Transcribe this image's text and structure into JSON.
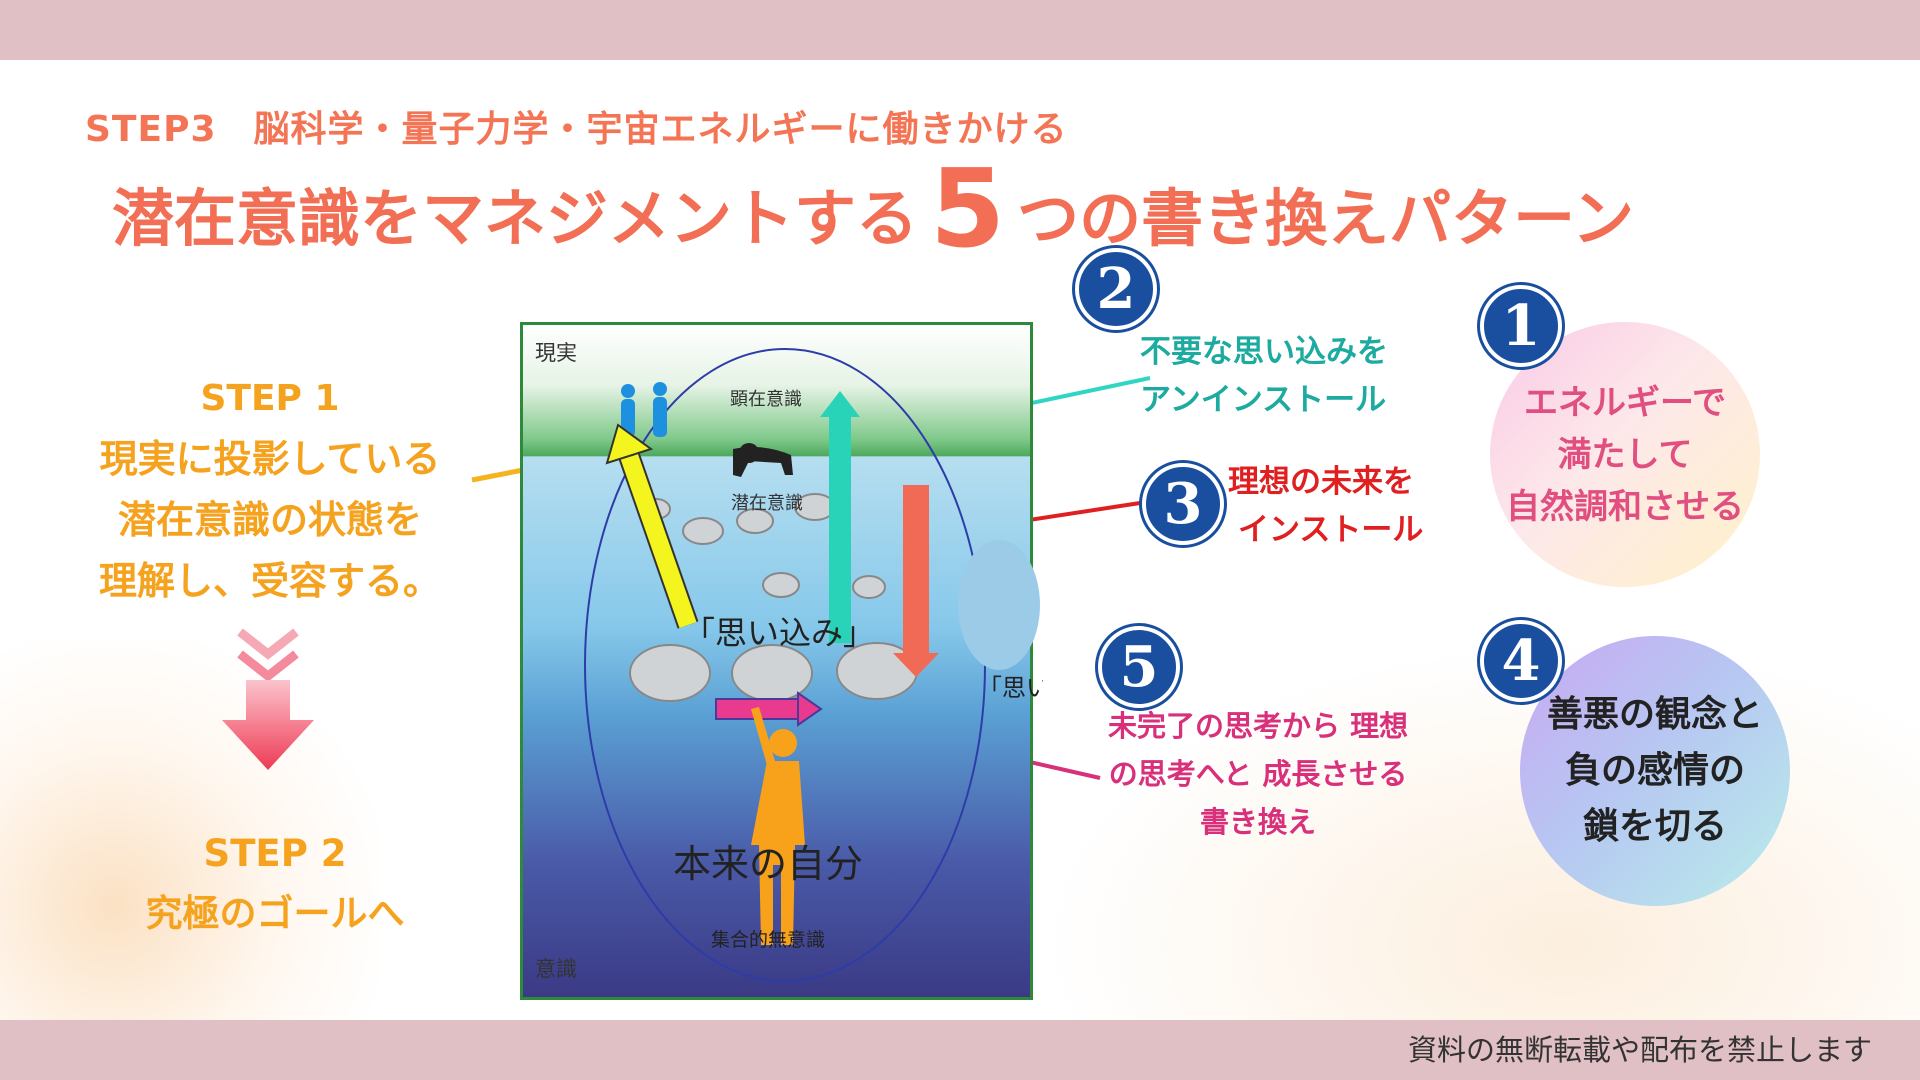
{
  "header": {
    "subtitle": "STEP3　脳科学・量子力学・宇宙エネルギーに働きかける",
    "title_before": "潜在意識をマネジメントする",
    "title_number": "5",
    "title_after": "つの書き換えパターン"
  },
  "left": {
    "step1_label": "STEP 1",
    "step1_lines": [
      "現実に投影している",
      "潜在意識の状態を",
      "理解し、受容する。"
    ],
    "step2_label": "STEP 2",
    "step2_text": "究極のゴールへ"
  },
  "diagram": {
    "genjitsu": "現実",
    "kenzai": "顕在意識",
    "senzai": "潜在意識",
    "omoikomi": "「思い込み」",
    "honrai": "本来の自分",
    "shugou": "集合的無意識",
    "ishiki": "意識",
    "side_text": "「思い込み」"
  },
  "annotations": {
    "n2": "2",
    "a2": [
      "不要な思い込みを",
      "アンインストール"
    ],
    "n3": "3",
    "a3": [
      "理想の未来を",
      "インストール"
    ],
    "n5": "5",
    "a5": [
      "未完了の思考から 理想",
      "の思考へと 成長させる",
      "書き換え"
    ]
  },
  "bubbles": {
    "n1": "1",
    "b1": [
      "エネルギーで",
      "満たして",
      "自然調和させる"
    ],
    "n4": "4",
    "b4": [
      "善悪の観念と",
      "負の感情の",
      "鎖を切る"
    ]
  },
  "footer": {
    "copyright": "資料の無断転載や配布を禁止します"
  },
  "colors": {
    "band": "#e0c0c4",
    "title": "#f26e54",
    "step": "#f5a21f",
    "teal": "#1daaa0",
    "red": "#e02020",
    "pink": "#d8307a",
    "navy": "#1a4f9f"
  }
}
